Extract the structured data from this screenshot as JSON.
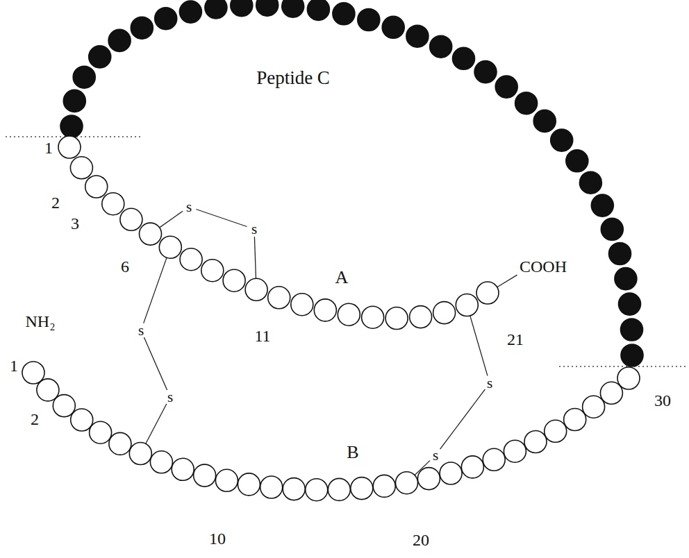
{
  "diagram": {
    "labels": [
      "Peptide C",
      "1",
      "2",
      "s",
      "3",
      "s",
      "6",
      "A",
      "COOH",
      "11",
      "21",
      "s",
      "NH₂",
      "s",
      "s",
      "1",
      "s",
      "2",
      "B",
      "30",
      "10",
      "20"
    ]
  }
}
